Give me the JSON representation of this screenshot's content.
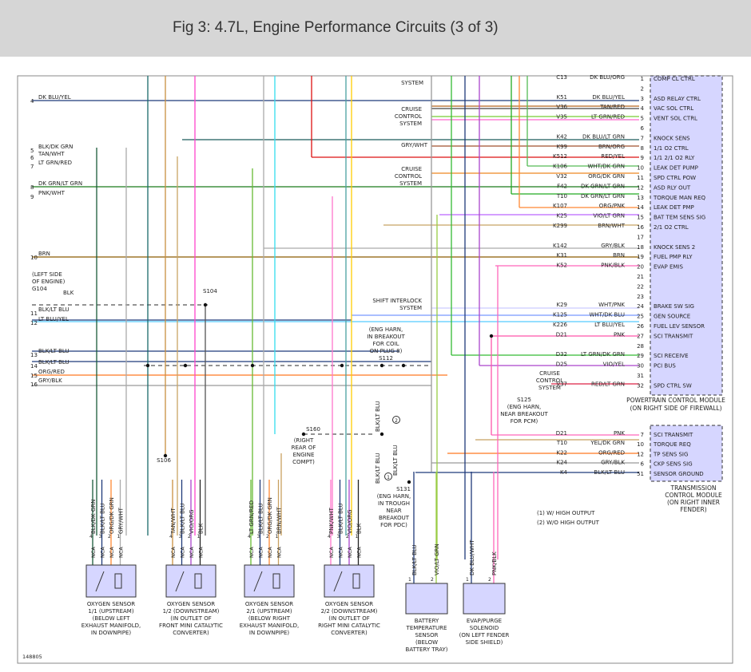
{
  "header": {
    "title": "Fig 3: 4.7L, Engine Performance Circuits (3 of 3)"
  },
  "figure_id": "148805",
  "pcm": {
    "title_lines": [
      "POWERTRAIN CONTROL MODULE",
      "(ON RIGHT SIDE OF FIREWALL)"
    ],
    "pins": [
      {
        "pin": "1",
        "label": "COMP CL CTRL",
        "circuit": "C13",
        "color": "DK BLU/ORG"
      },
      {
        "pin": "2",
        "label": "",
        "circuit": "",
        "color": ""
      },
      {
        "pin": "3",
        "label": "ASD RELAY CTRL",
        "circuit": "K51",
        "color": "DK BLU/YEL"
      },
      {
        "pin": "4",
        "label": "VAC SOL CTRL",
        "circuit": "V36",
        "color": "TAN/RED"
      },
      {
        "pin": "5",
        "label": "VENT SOL CTRL",
        "circuit": "V35",
        "color": "LT GRN/RED"
      },
      {
        "pin": "6",
        "label": "",
        "circuit": "",
        "color": ""
      },
      {
        "pin": "7",
        "label": "KNOCK SENS",
        "circuit": "K42",
        "color": "DK BLU/LT GRN"
      },
      {
        "pin": "8",
        "label": "1/1 O2 CTRL",
        "circuit": "K99",
        "color": "BRN/ORG"
      },
      {
        "pin": "9",
        "label": "1/1 2/1 O2 RLY",
        "circuit": "K512",
        "color": "RED/YEL"
      },
      {
        "pin": "10",
        "label": "LEAK DET PUMP",
        "circuit": "K106",
        "color": "WHT/DK GRN"
      },
      {
        "pin": "11",
        "label": "SPD CTRL POW",
        "circuit": "V32",
        "color": "ORG/DK GRN"
      },
      {
        "pin": "12",
        "label": "ASD RLY OUT",
        "circuit": "F42",
        "color": "DK GRN/LT GRN"
      },
      {
        "pin": "13",
        "label": "TORQUE MAN REQ",
        "circuit": "T10",
        "color": "DK GRN/LT GRN"
      },
      {
        "pin": "14",
        "label": "LEAK DET PMP",
        "circuit": "K107",
        "color": "ORG/PNK"
      },
      {
        "pin": "15",
        "label": "BAT TEM SENS SIG",
        "circuit": "K25",
        "color": "VIO/LT GRN"
      },
      {
        "pin": "16",
        "label": "2/1 O2 CTRL",
        "circuit": "K299",
        "color": "BRN/WHT"
      },
      {
        "pin": "17",
        "label": "",
        "circuit": "",
        "color": ""
      },
      {
        "pin": "18",
        "label": "KNOCK SENS 2",
        "circuit": "K142",
        "color": "GRY/BLK"
      },
      {
        "pin": "19",
        "label": "FUEL PMP RLY",
        "circuit": "K31",
        "color": "BRN"
      },
      {
        "pin": "20",
        "label": "EVAP EMIS",
        "circuit": "K52",
        "color": "PNK/BLK"
      },
      {
        "pin": "21",
        "label": "",
        "circuit": "",
        "color": ""
      },
      {
        "pin": "22",
        "label": "",
        "circuit": "",
        "color": ""
      },
      {
        "pin": "23",
        "label": "",
        "circuit": "",
        "color": ""
      },
      {
        "pin": "24",
        "label": "BRAKE SW SIG",
        "circuit": "K29",
        "color": "WHT/PNK"
      },
      {
        "pin": "25",
        "label": "GEN SOURCE",
        "circuit": "K125",
        "color": "WHT/DK BLU"
      },
      {
        "pin": "26",
        "label": "FUEL LEV SENSOR",
        "circuit": "K226",
        "color": "LT BLU/YEL"
      },
      {
        "pin": "27",
        "label": "SCI TRANSMIT",
        "circuit": "D21",
        "color": "PNK"
      },
      {
        "pin": "28",
        "label": "",
        "circuit": "",
        "color": ""
      },
      {
        "pin": "29",
        "label": "SCI RECEIVE",
        "circuit": "D32",
        "color": "LT GRN/DK GRN"
      },
      {
        "pin": "30",
        "label": "PCI BUS",
        "circuit": "D25",
        "color": "VIO/YEL"
      },
      {
        "pin": "31",
        "label": "",
        "circuit": "",
        "color": ""
      },
      {
        "pin": "32",
        "label": "SPD CTRL SW",
        "circuit": "V37",
        "color": "RED/LT GRN"
      }
    ]
  },
  "tcm": {
    "title_lines": [
      "TRANSMISSION",
      "CONTROL MODULE",
      "(ON RIGHT INNER",
      "FENDER)"
    ],
    "pins": [
      {
        "pin": "7",
        "label": "SCI TRANSMIT",
        "circuit": "D21",
        "color": "PNK"
      },
      {
        "pin": "10",
        "label": "TORQUE REQ",
        "circuit": "T10",
        "color": "YEL/DK GRN"
      },
      {
        "pin": "12",
        "label": "TP SENS SIG",
        "circuit": "K22",
        "color": "ORG/RED"
      },
      {
        "pin": "6",
        "label": "CKP SENS SIG",
        "circuit": "K24",
        "color": "GRY/BLK"
      },
      {
        "pin": "51",
        "label": "SENSOR GROUND",
        "circuit": "K4",
        "color": "BLK/LT BLU"
      }
    ]
  },
  "left_wires": [
    {
      "num": "4",
      "label": "DK BLU/YEL"
    },
    {
      "num": "5",
      "label": "BLK/DK GRN"
    },
    {
      "num": "6",
      "label": "TAN/WHT"
    },
    {
      "num": "7",
      "label": "LT GRN/RED"
    },
    {
      "num": "8",
      "label": "DK GRN/LT GRN"
    },
    {
      "num": "9",
      "label": "PNK/WHT"
    },
    {
      "num": "10",
      "label": "BRN"
    },
    {
      "num": "11",
      "label": "BLK/LT BLU"
    },
    {
      "num": "12",
      "label": "LT BLU/YEL"
    },
    {
      "num": "13",
      "label": "BLK/LT BLU"
    },
    {
      "num": "14",
      "label": "BLK/LT BLU"
    },
    {
      "num": "15",
      "label": "ORG/RED"
    },
    {
      "num": "16",
      "label": "GRY/BLK"
    }
  ],
  "labels": {
    "system": "SYSTEM",
    "cruise_control_system": [
      "CRUISE",
      "CONTROL",
      "SYSTEM"
    ],
    "gry_wht": "GRY/WHT",
    "left_side_engine": [
      "(LEFT SIDE",
      "OF ENGINE)",
      "G104"
    ],
    "blk": "BLK",
    "s104": "S104",
    "shift_interlock": [
      "SHIFT INTERLOCK",
      "SYSTEM"
    ],
    "eng_harn_s112": [
      "(ENG HARN,",
      "IN BREAKOUT",
      "FOR COIL",
      "ON PLUG 8)",
      "S112"
    ],
    "s125": [
      "S125",
      "(ENG HARN,",
      "NEAR BREAKOUT",
      "FOR PCM)"
    ],
    "s160": [
      "S160",
      "(RIGHT",
      "REAR OF",
      "ENGINE",
      "COMPT)"
    ],
    "s106": "S106",
    "s131": [
      "S131",
      "(ENG HARN,",
      "IN TROUGH",
      "NEAR",
      "BREAKOUT",
      "FOR PDC)"
    ],
    "vert_blk_lt_blu": "BLK/LT BLU",
    "legend": [
      "(1)  W/ HIGH OUTPUT",
      "(2)  W/O HIGH OUTPUT"
    ],
    "badge_1": "1",
    "badge_2": "2"
  },
  "sensors": [
    {
      "wires": [
        "BLK/DK GRN",
        "BLK/LT BLU",
        "ORG/DK GRN",
        "GRY/WHT"
      ],
      "name": [
        "OXYGEN SENSOR",
        "1/1 (UPSTREAM)",
        "(BELOW LEFT",
        "EXHAUST MANIFOLD,",
        "IN DOWNPIPE)"
      ]
    },
    {
      "wires": [
        "TAN/WHT",
        "BLK/LT BLU",
        "VIO/ORG",
        "BLK"
      ],
      "name": [
        "OXYGEN SENSOR",
        "1/2 (DOWNSTREAM)",
        "(IN OUTLET OF",
        "FRONT MINI CATALYTIC",
        "CONVERTER)"
      ]
    },
    {
      "wires": [
        "LT GRN/RED",
        "BLK/LT BLU",
        "ORG/DK GRN",
        "BRN/WHT"
      ],
      "name": [
        "OXYGEN SENSOR",
        "2/1 (UPSTREAM)",
        "(BELOW RIGHT",
        "EXHAUST MANIFOLD,",
        "IN DOWNPIPE)"
      ]
    },
    {
      "wires": [
        "PNK/WHT",
        "BLK/LT BLU",
        "VIO/ORG",
        "BLK"
      ],
      "name": [
        "OXYGEN SENSOR",
        "2/2 (DOWNSTREAM)",
        "(IN OUTLET OF",
        "RIGHT MINI CATALYTIC",
        "CONVERTER)"
      ]
    }
  ],
  "pin_nca": "NCA",
  "battery_sensor": {
    "wires": [
      "BLK/LT BLU",
      "VIO/LT GRN"
    ],
    "name": [
      "BATTERY",
      "TEMPERATURE",
      "SENSOR",
      "(BELOW",
      "BATTERY TRAY)"
    ]
  },
  "evap_solenoid": {
    "wires": [
      "DK BLU/WHT",
      "PNK/BLK"
    ],
    "name": [
      "EVAP/PURGE",
      "SOLENOID",
      "(ON LEFT FENDER",
      "SIDE SHIELD)"
    ]
  }
}
